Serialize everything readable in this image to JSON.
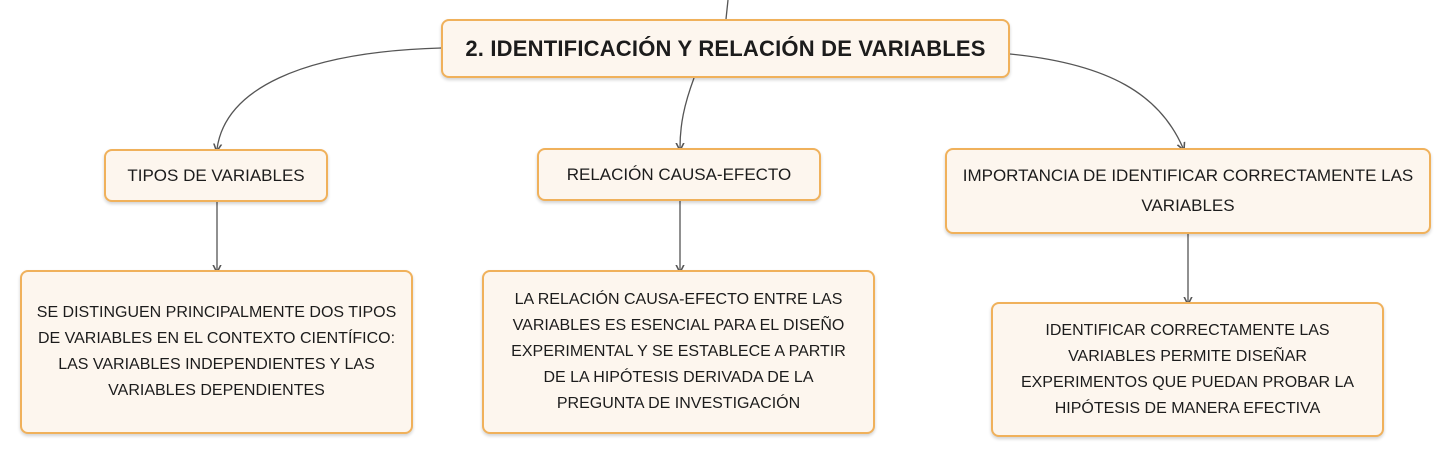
{
  "diagram": {
    "root": {
      "label": "2. IDENTIFICACIÓN Y RELACIÓN DE VARIABLES"
    },
    "branches": [
      {
        "label": "TIPOS DE VARIABLES",
        "description": "SE DISTINGUEN PRINCIPALMENTE DOS TIPOS DE VARIABLES EN EL CONTEXTO CIENTÍFICO: LAS VARIABLES INDEPENDIENTES Y LAS VARIABLES DEPENDIENTES"
      },
      {
        "label": "RELACIÓN CAUSA-EFECTO",
        "description": "LA RELACIÓN CAUSA-EFECTO ENTRE LAS VARIABLES ES ESENCIAL PARA EL DISEÑO EXPERIMENTAL Y SE ESTABLECE A PARTIR DE LA HIPÓTESIS DERIVADA DE LA PREGUNTA DE INVESTIGACIÓN"
      },
      {
        "label": "IMPORTANCIA DE IDENTIFICAR CORRECTAMENTE LAS VARIABLES",
        "description": "IDENTIFICAR CORRECTAMENTE LAS VARIABLES PERMITE DISEÑAR EXPERIMENTOS QUE PUEDAN PROBAR LA HIPÓTESIS DE MANERA EFECTIVA"
      }
    ],
    "colors": {
      "node_border": "#f0b15b",
      "node_fill": "#fdf6ee",
      "connector": "#555555",
      "text": "#1c1c1c"
    }
  }
}
